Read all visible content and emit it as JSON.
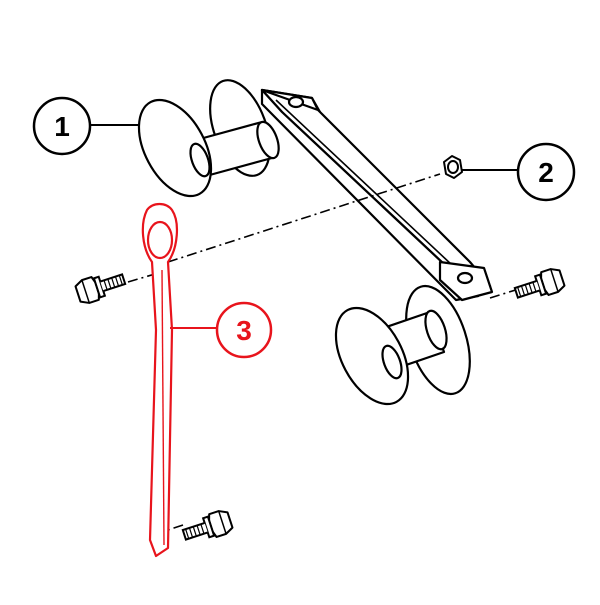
{
  "diagram": {
    "callouts": [
      {
        "id": "1",
        "label": "1",
        "color": "#000000",
        "part": "wheel-axle-assembly"
      },
      {
        "id": "2",
        "label": "2",
        "color": "#000000",
        "part": "flange-nut"
      },
      {
        "id": "3",
        "label": "3",
        "color": "#e8141c",
        "part": "support-strap"
      }
    ],
    "colors": {
      "line": "#000000",
      "highlight": "#e8141c",
      "background": "#ffffff"
    }
  }
}
